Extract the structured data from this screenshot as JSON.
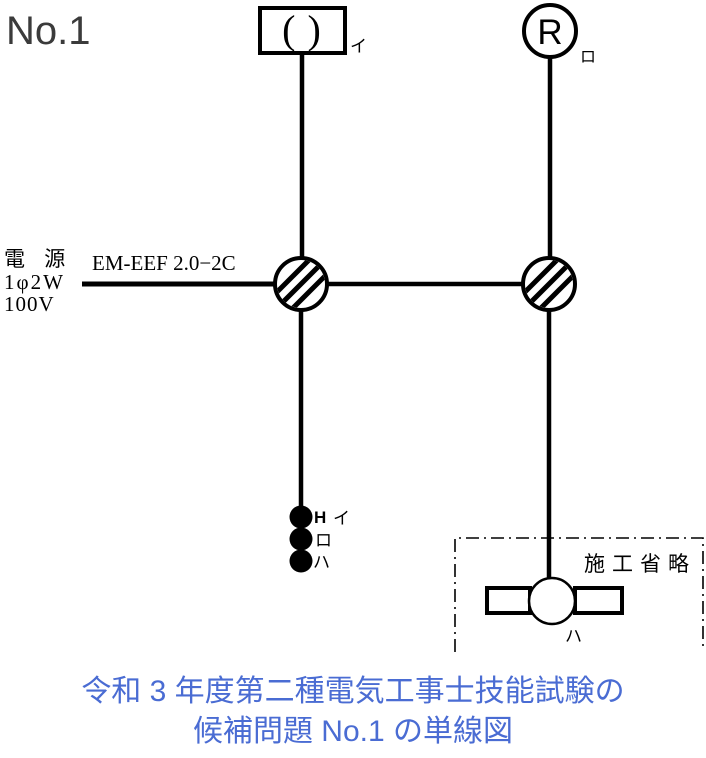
{
  "header": {
    "problem_number": "No.1"
  },
  "diagram": {
    "power_source": {
      "line1": "電 源",
      "line2": "1φ2W",
      "line3": "100V"
    },
    "cable_label": "EM-EEF 2.0−2C",
    "ceiling_light": {
      "symbol": "( )",
      "label": "イ"
    },
    "lamp_receptacle": {
      "symbol": "R",
      "label": "ロ"
    },
    "switches": {
      "pilot_label": "H",
      "label_1": "イ",
      "label_2": "ロ",
      "label_3": "ハ"
    },
    "omitted": {
      "title": "施工省略",
      "lamp_label": "ハ"
    }
  },
  "caption": {
    "line1": "令和 3 年度第二種電気工事士技能試験の",
    "line2": "候補問題 No.1 の単線図"
  },
  "colors": {
    "caption_blue": "#4a6cd3",
    "diagram_black": "#000000",
    "title_gray": "#3b3b3b"
  }
}
